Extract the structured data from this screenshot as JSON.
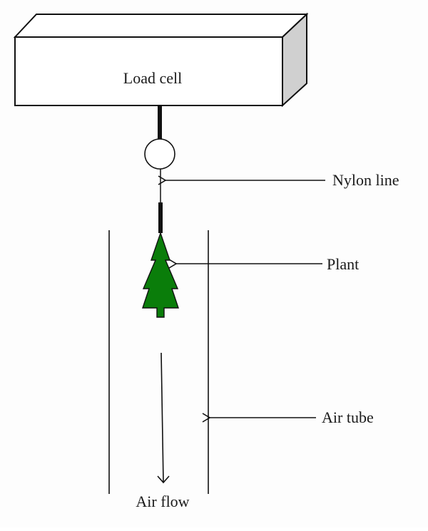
{
  "diagram": {
    "components": {
      "load_cell": {
        "label": "Load cell"
      },
      "nylon_line": {
        "label": "Nylon line"
      },
      "plant": {
        "label": "Plant"
      },
      "air_tube": {
        "label": "Air tube"
      },
      "air_flow": {
        "label": "Air flow"
      }
    },
    "colors": {
      "plant_fill": "#0a7d0a",
      "box_side": "#d0d0d0",
      "stroke": "#111111"
    }
  }
}
